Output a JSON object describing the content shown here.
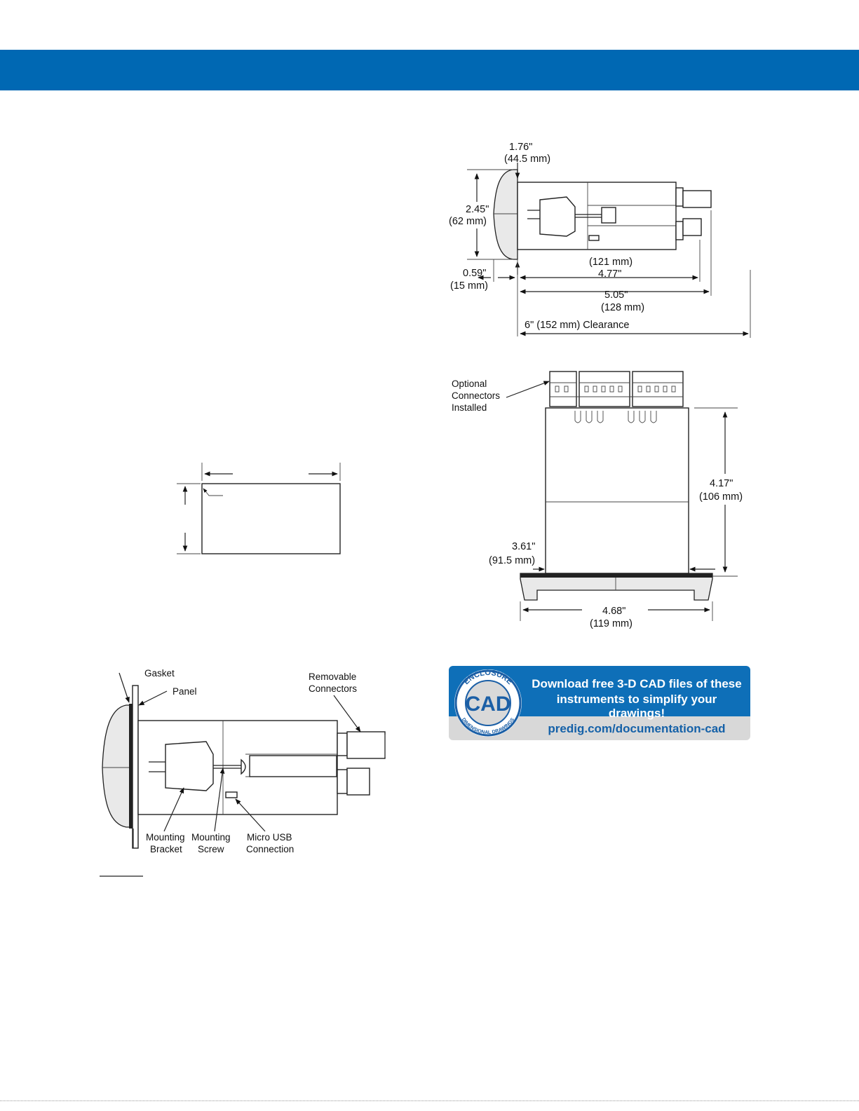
{
  "colors": {
    "header_blue": "#0068b3",
    "cad_blue": "#0e6fb8",
    "cad_grey": "#d8d8d8",
    "cad_url": "#1561a8",
    "seal_blue": "#1b5fa6"
  },
  "side_view": {
    "depth_behind_bezel_in": "1.76\"",
    "depth_behind_bezel_mm": "(44.5 mm)",
    "height_in": "2.45\"",
    "height_mm": "(62 mm)",
    "bezel_in": "0.59\"",
    "bezel_mm": "(15 mm)",
    "case_depth_mm": "(121 mm)",
    "case_depth_in": "4.77\"",
    "total_depth_in": "5.05\"",
    "total_depth_mm": "(128 mm)",
    "clearance": "6\" (152 mm) Clearance"
  },
  "top_view": {
    "connectors_line1": "Optional",
    "connectors_line2": "Connectors",
    "connectors_line3": "Installed",
    "height_in": "4.17\"",
    "height_mm": "(106 mm)",
    "inner_width_in": "3.61\"",
    "inner_width_mm": "(91.5 mm)",
    "bezel_width_in": "4.68\"",
    "bezel_width_mm": "(119 mm)"
  },
  "mounting": {
    "gasket": "Gasket",
    "panel": "Panel",
    "removable_line1": "Removable",
    "removable_line2": "Connectors",
    "bracket_line1": "Mounting",
    "bracket_line2": "Bracket",
    "screw_line1": "Mounting",
    "screw_line2": "Screw",
    "usb_line1": "Micro USB",
    "usb_line2": "Connection"
  },
  "cad_banner": {
    "seal_top": "ENCLOSURE",
    "seal_center": "CAD",
    "seal_bottom": "DIMENSIONAL DRAWINGS",
    "line1": "Download free 3-D CAD files of these",
    "line2": "instruments to simplify your drawings!",
    "url": "predig.com/documentation-cad"
  }
}
